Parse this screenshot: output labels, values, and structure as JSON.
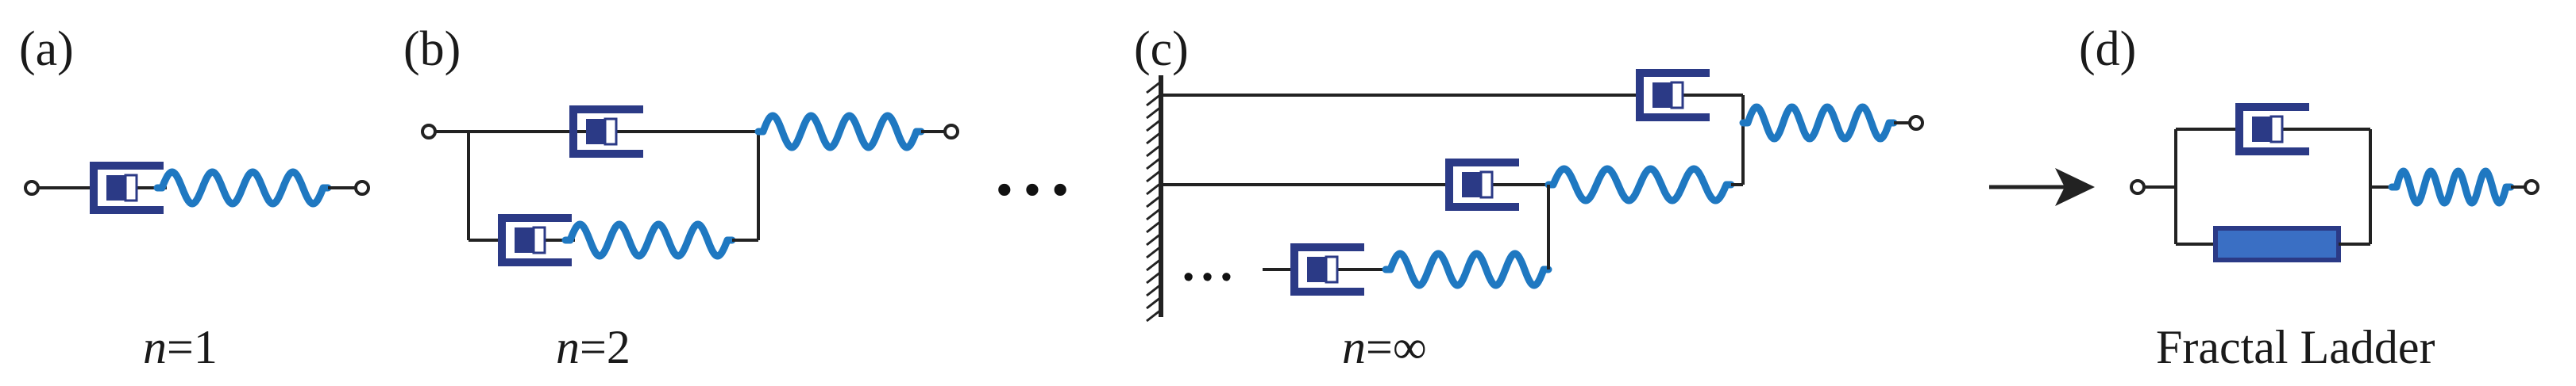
{
  "panels": [
    {
      "label": "(a)",
      "caption_var": "n",
      "caption_rest": "=1"
    },
    {
      "label": "(b)",
      "caption_var": "n",
      "caption_rest": "=2"
    },
    {
      "label": "(c)",
      "caption_var": "n",
      "caption_rest": "=∞"
    },
    {
      "label": "(d)",
      "caption_text": "Fractal Ladder"
    }
  ],
  "between_panels_ellipsis": "• • •",
  "inner_ellipsis": "• • •",
  "colors": {
    "dashpot": "#2b3a86",
    "dashpot_piston": "#2b3a86",
    "spring": "#1f78c1",
    "fractal_element": "#3a6fc4",
    "wire": "#222222",
    "arrow": "#222222"
  },
  "icons": [
    "dashpot-icon",
    "spring-icon",
    "wall-icon",
    "arrow-icon",
    "fractal-element-icon"
  ]
}
